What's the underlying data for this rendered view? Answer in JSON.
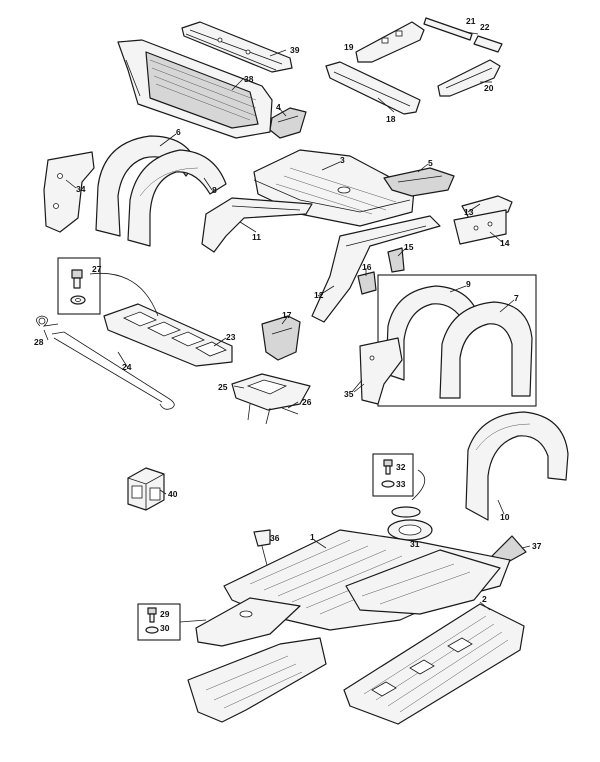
{
  "callouts": {
    "n1": "1",
    "n2": "2",
    "n3": "3",
    "n4": "4",
    "n5": "5",
    "n6": "6",
    "n7": "7",
    "n8": "8",
    "n9": "9",
    "n10": "10",
    "n11": "11",
    "n12": "12",
    "n13": "13",
    "n14": "14",
    "n15": "15",
    "n16": "16",
    "n17": "17",
    "n18": "18",
    "n19": "19",
    "n20": "20",
    "n21": "21",
    "n22": "22",
    "n23": "23",
    "n24": "24",
    "n25": "25",
    "n26": "26",
    "n27": "27",
    "n28": "28",
    "n29": "29",
    "n30": "30",
    "n31": "31",
    "n32": "32",
    "n33": "33",
    "n34": "34",
    "n35": "35",
    "n36": "36",
    "n37": "37",
    "n38": "38",
    "n39": "39",
    "n40": "40"
  }
}
